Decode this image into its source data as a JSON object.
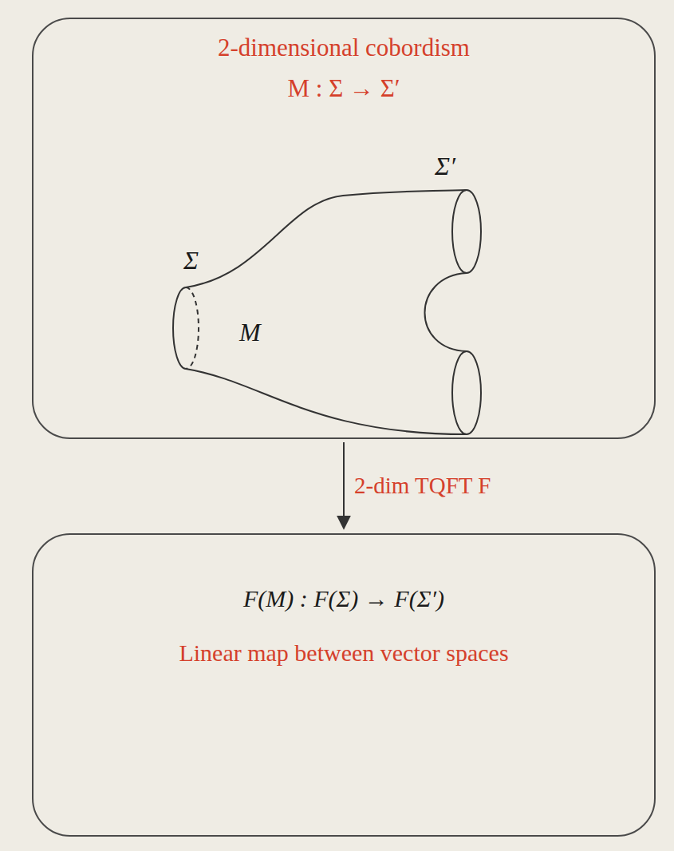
{
  "diagram": {
    "nodes": [
      {
        "text": [
          "2-dimensional cobordism",
          "M : Σ → Σ′"
        ]
      },
      {
        "text": [
          "F(M) : F(Σ) → F(Σ′)",
          "Linear map between vector spaces"
        ]
      }
    ],
    "edges": [
      {
        "from": 0,
        "to": 1,
        "arrow": "to",
        "label": "2-dim TQFT F"
      }
    ],
    "labels": [
      "Σ′",
      "Σ",
      "M"
    ]
  }
}
